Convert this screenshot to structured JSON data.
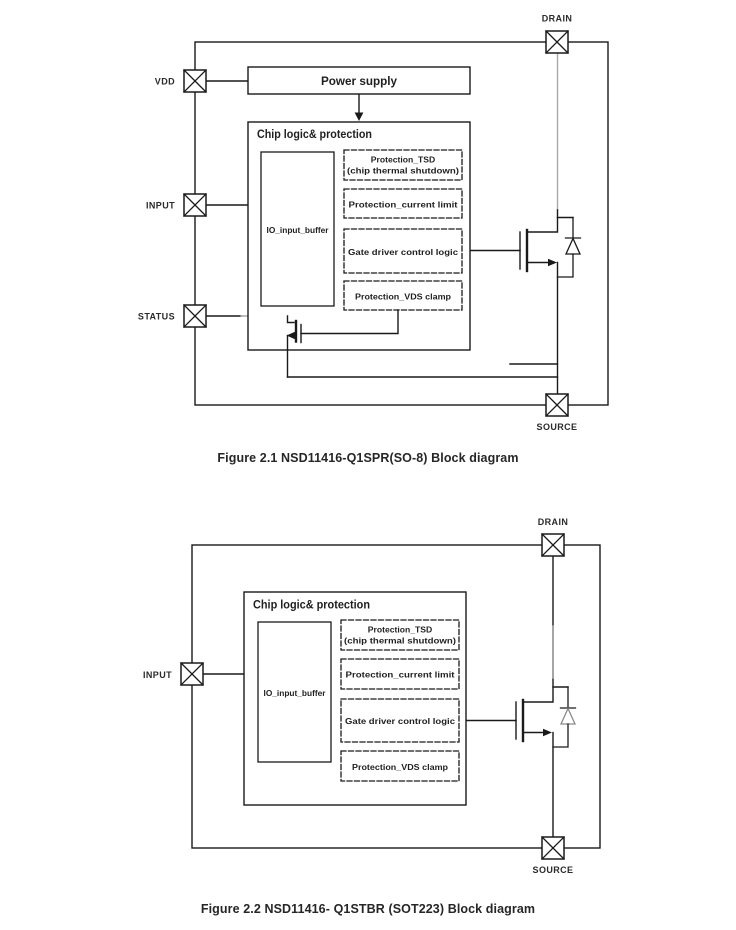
{
  "colors": {
    "line": "#1a1a1a",
    "gray_line": "#a8a8a8",
    "text": "#1f1f1f"
  },
  "diagram1": {
    "pins": {
      "drain": "DRAIN",
      "vdd": "VDD",
      "input": "INPUT",
      "status": "STATUS",
      "source": "SOURCE"
    },
    "power_supply": "Power supply",
    "chip_logic_title": "Chip logic& protection",
    "io_input_buffer": "IO_input_buffer",
    "protection_tsd_line1": "Protection_TSD",
    "protection_tsd_line2": "(chip thermal shutdown)",
    "protection_current_limit": "Protection_current limit",
    "gate_driver": "Gate driver control logic",
    "protection_vds_clamp": "Protection_VDS clamp",
    "caption": "Figure 2.1 NSD11416-Q1SPR(SO-8) Block diagram"
  },
  "diagram2": {
    "pins": {
      "drain": "DRAIN",
      "input": "INPUT",
      "source": "SOURCE"
    },
    "chip_logic_title": "Chip logic& protection",
    "io_input_buffer": "IO_input_buffer",
    "protection_tsd_line1": "Protection_TSD",
    "protection_tsd_line2": "(chip thermal shutdown)",
    "protection_current_limit": "Protection_current limit",
    "gate_driver": "Gate driver control logic",
    "protection_vds_clamp": "Protection_VDS clamp",
    "caption": "Figure 2.2 NSD11416- Q1STBR (SOT223) Block diagram"
  }
}
